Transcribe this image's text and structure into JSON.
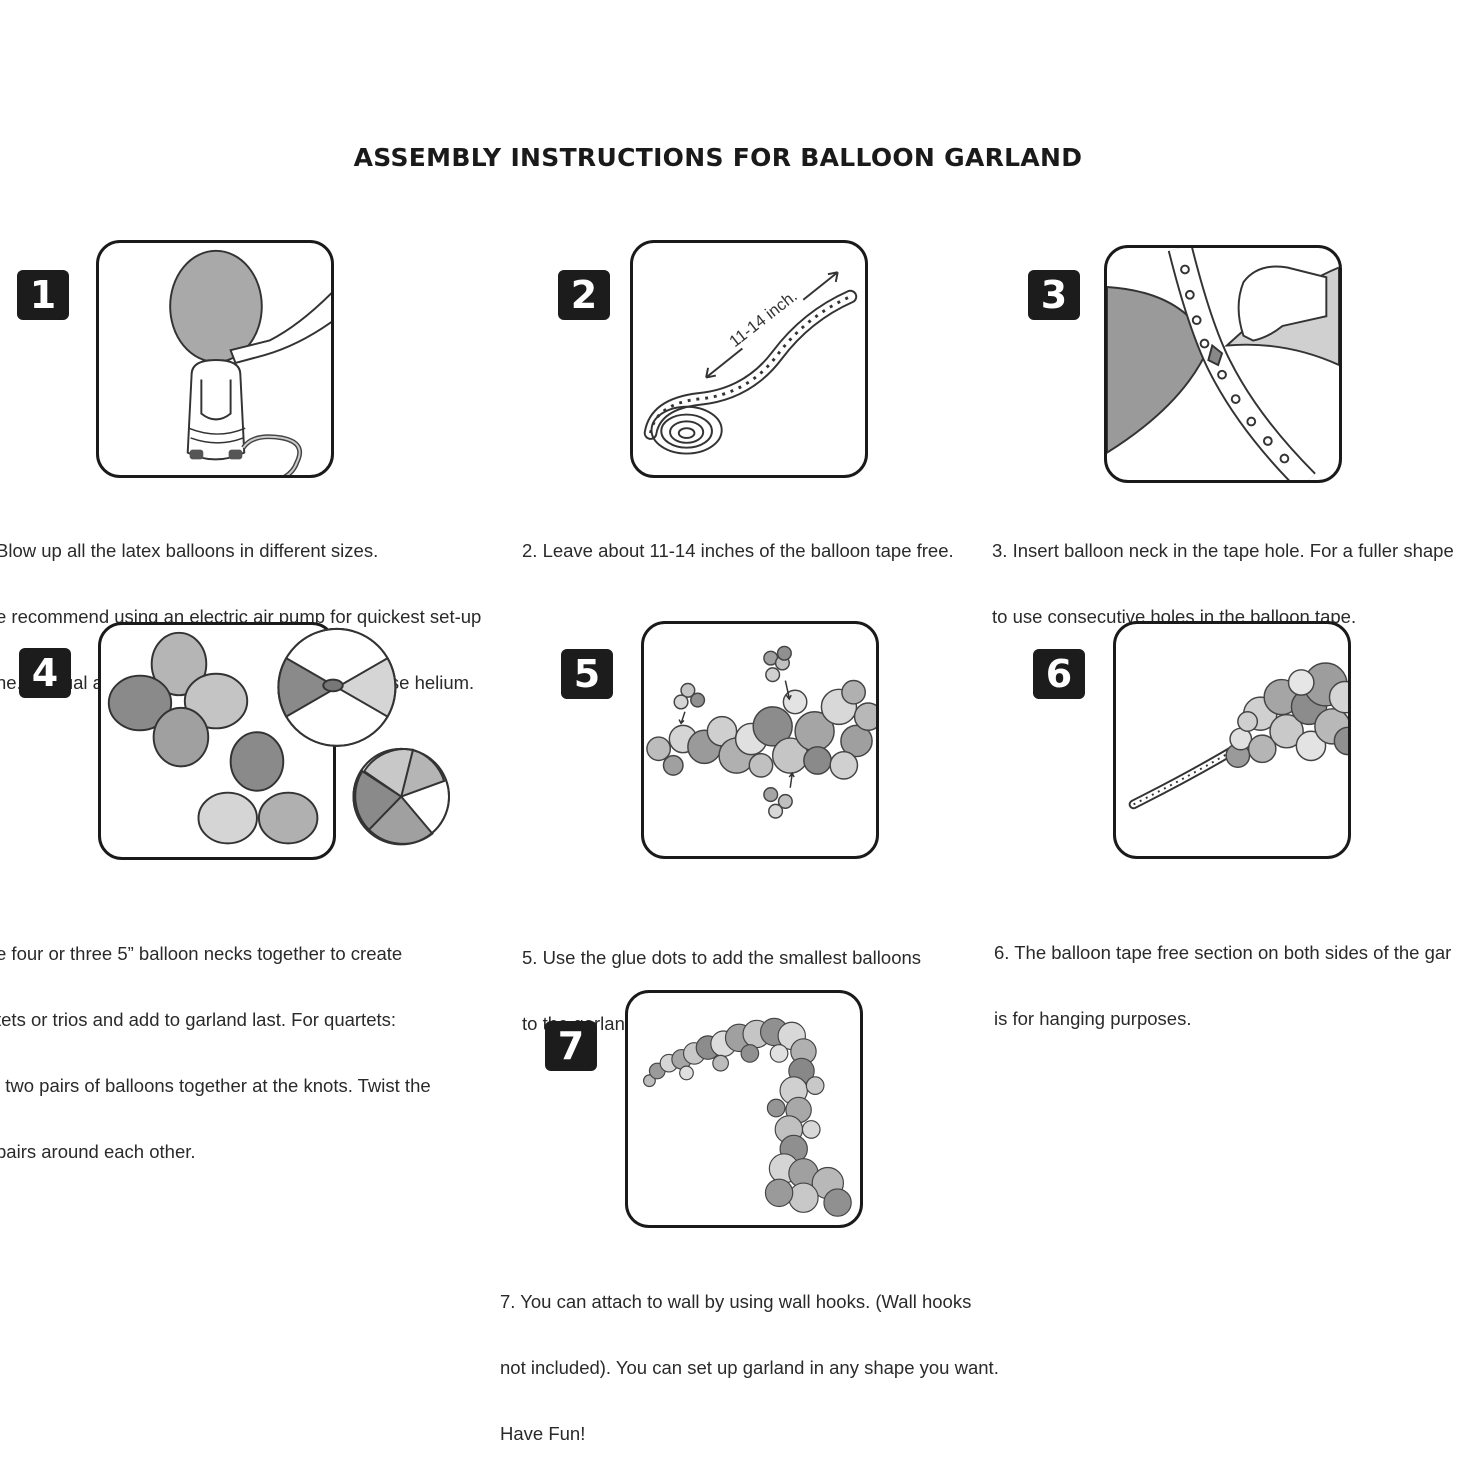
{
  "title": "ASSEMBLY INSTRUCTIONS FOR BALLOON GARLAND",
  "steps": [
    {
      "number": "1",
      "lines": [
        "Blow up all the latex balloons in different sizes.",
        "e recommend using an electric air pump for quickest set-up",
        "ne. Manual air pump can also be used. Do not use helium."
      ]
    },
    {
      "number": "2",
      "label": "11-14 inch.",
      "lines": [
        "2. Leave about 11-14 inches of the balloon tape free."
      ]
    },
    {
      "number": "3",
      "lines": [
        "3. Insert balloon neck in the tape hole. For a fuller shape",
        "to use consecutive holes in the balloon tape."
      ]
    },
    {
      "number": "4",
      "lines": [
        "e four or three 5” balloon necks together to create",
        "tets or trios and add to garland last. For quartets:",
        "l two pairs of balloons together at the knots. Twist the",
        "pairs around each other."
      ]
    },
    {
      "number": "5",
      "lines": [
        "5. Use the glue dots to add the smallest balloons",
        "to the garland."
      ]
    },
    {
      "number": "6",
      "lines": [
        "6. The balloon tape free section on both sides of the gar",
        "is for hanging purposes."
      ]
    },
    {
      "number": "7",
      "lines": [
        "7. You can attach to wall by using wall hooks. (Wall hooks",
        "not included). You can set up garland in any shape you want.",
        "Have Fun!"
      ]
    }
  ],
  "colors": {
    "dark_gray": "#8a8a8a",
    "mid_gray": "#a9a9a9",
    "light_gray": "#d6d6d6",
    "outline": "#1a1a1a"
  }
}
